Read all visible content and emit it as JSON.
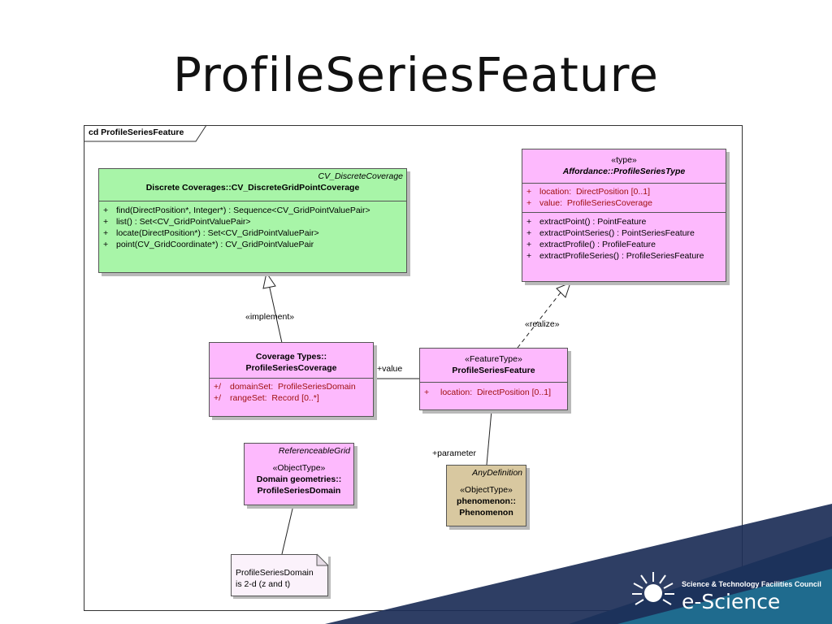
{
  "slide": {
    "title": "ProfileSeriesFeature"
  },
  "frame": {
    "label": "cd ProfileSeriesFeature"
  },
  "classes": {
    "discrete_coverage": {
      "abstract_name": "CV_DiscreteCoverage",
      "name": "Discrete Coverages::CV_DiscreteGridPointCoverage",
      "operations": [
        {
          "vis": "+",
          "text": "find(DirectPosition*, Integer*) : Sequence<CV_GridPointValuePair>"
        },
        {
          "vis": "+",
          "text": "list() : Set<CV_GridPointValuePair>"
        },
        {
          "vis": "+",
          "text": "locate(DirectPosition*) : Set<CV_GridPointValuePair>"
        },
        {
          "vis": "+",
          "text": "point(CV_GridCoordinate*) : CV_GridPointValuePair"
        }
      ]
    },
    "profile_series_type": {
      "stereotype": "«type»",
      "name": "Affordance::ProfileSeriesType",
      "attributes": [
        {
          "vis": "+",
          "name": "location:",
          "type": "DirectPosition [0..1]"
        },
        {
          "vis": "+",
          "name": "value:",
          "type": "ProfileSeriesCoverage"
        }
      ],
      "operations": [
        {
          "vis": "+",
          "text": "extractPoint() : PointFeature"
        },
        {
          "vis": "+",
          "text": "extractPointSeries() : PointSeriesFeature"
        },
        {
          "vis": "+",
          "text": "extractProfile() : ProfileFeature"
        },
        {
          "vis": "+",
          "text": "extractProfileSeries() : ProfileSeriesFeature"
        }
      ]
    },
    "coverage_types": {
      "name_line1": "Coverage Types::",
      "name_line2": "ProfileSeriesCoverage",
      "attributes": [
        {
          "vis": "+/",
          "name": "domainSet:",
          "type": "ProfileSeriesDomain"
        },
        {
          "vis": "+/",
          "name": "rangeSet:",
          "type": "Record [0..*]"
        }
      ]
    },
    "profile_series_feature": {
      "stereotype": "«FeatureType»",
      "name": "ProfileSeriesFeature",
      "attributes": [
        {
          "vis": "+",
          "name": "location:",
          "type": "DirectPosition [0..1]"
        }
      ]
    },
    "referenceable_grid": {
      "abstract_name": "ReferenceableGrid",
      "stereotype": "«ObjectType»",
      "name_line1": "Domain geometries::",
      "name_line2": "ProfileSeriesDomain"
    },
    "any_definition": {
      "abstract_name": "AnyDefinition",
      "stereotype": "«ObjectType»",
      "name_line1": "phenomenon::",
      "name_line2": "Phenomenon"
    }
  },
  "relations": {
    "implement": "«implement»",
    "realize": "«realize»",
    "value_role": "+value",
    "parameter_role": "+parameter"
  },
  "note": {
    "line1": "ProfileSeriesDomain",
    "line2": "is 2-d (z and t)"
  },
  "branding": {
    "org": "Science & Technology Facilities Council",
    "product": "e-Science",
    "colors": {
      "navy": "#1c2e57",
      "teal": "#1f6b8e"
    }
  }
}
